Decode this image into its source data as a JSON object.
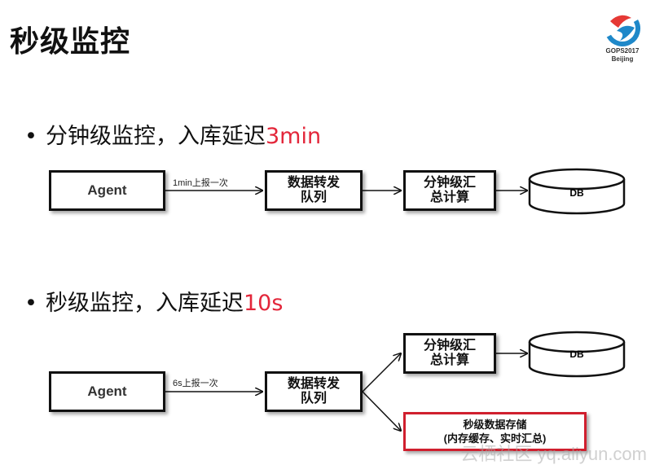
{
  "title": "秒级监控",
  "logo": {
    "line1": "GOPS2017",
    "line2": "Beijing"
  },
  "section1": {
    "bullet_text": "分钟级监控，入库延迟",
    "bullet_highlight": "3min",
    "agent": "Agent",
    "edge_label": "1min上报一次",
    "queue_line1": "数据转发",
    "queue_line2": "队列",
    "agg_line1": "分钟级汇",
    "agg_line2": "总计算",
    "db": "DB"
  },
  "section2": {
    "bullet_text": "秒级监控，入库延迟",
    "bullet_highlight": "10s",
    "agent": "Agent",
    "edge_label": "6s上报一次",
    "queue_line1": "数据转发",
    "queue_line2": "队列",
    "agg_line1": "分钟级汇",
    "agg_line2": "总计算",
    "db": "DB",
    "store_line1": "秒级数据存储",
    "store_line2": "(内存缓存、实时汇总)"
  },
  "watermark": "云栖社区 yq.aliyun.com",
  "colors": {
    "highlight": "#e3263a",
    "store_border": "#d01f2e"
  }
}
